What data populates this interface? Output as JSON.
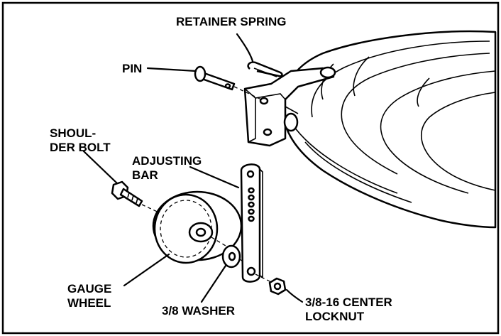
{
  "labels": {
    "retainer_spring": "RETAINER SPRING",
    "pin": "PIN",
    "shoulder_bolt_line1": "SHOUL-",
    "shoulder_bolt_line2": "DER BOLT",
    "adjusting_bar_line1": "ADJUSTING",
    "adjusting_bar_line2": "BAR",
    "gauge_wheel_line1": "GAUGE",
    "gauge_wheel_line2": "WHEEL",
    "washer": "3/8 WASHER",
    "locknut_line1": "3/8-16 CENTER",
    "locknut_line2": "LOCKNUT"
  }
}
